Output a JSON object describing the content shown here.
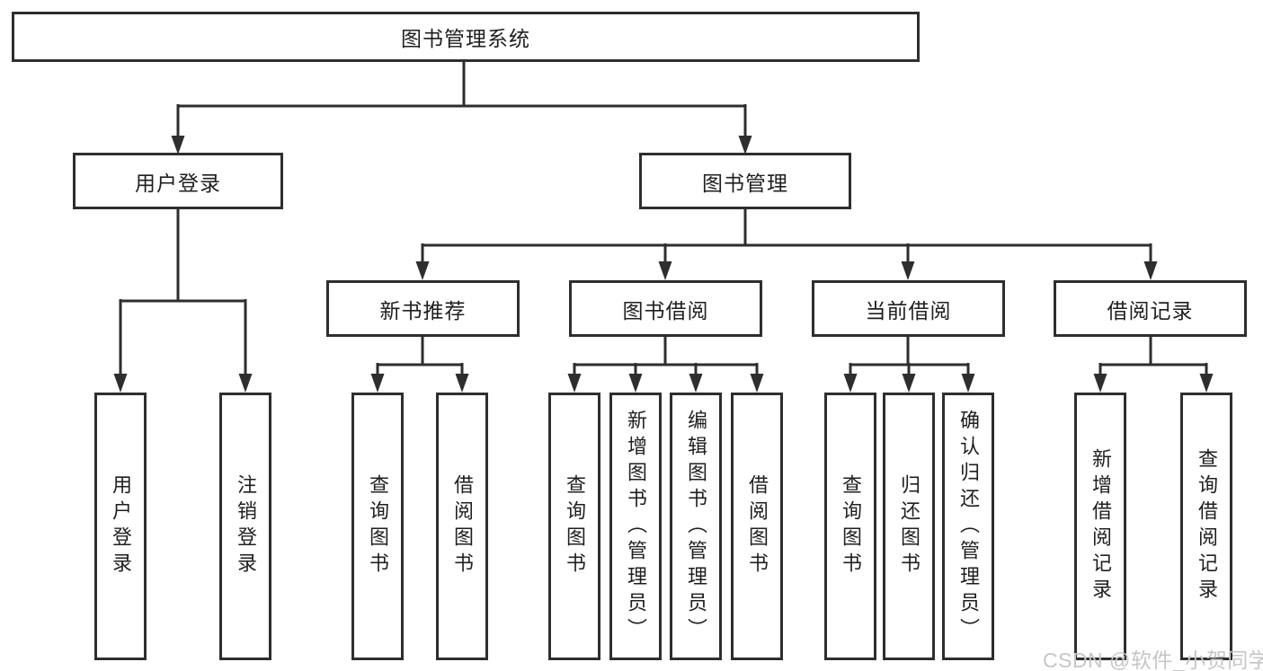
{
  "tree": {
    "root": {
      "label": "图书管理系统"
    },
    "branches": [
      {
        "label": "用户登录",
        "children": [
          {
            "label": "用户登录"
          },
          {
            "label": "注销登录"
          }
        ]
      },
      {
        "label": "图书管理",
        "children": [
          {
            "label": "新书推荐",
            "children": [
              {
                "label": "查询图书"
              },
              {
                "label": "借阅图书"
              }
            ]
          },
          {
            "label": "图书借阅",
            "children": [
              {
                "label": "查询图书"
              },
              {
                "label": "新增图书（管理员）"
              },
              {
                "label": "编辑图书（管理员）"
              },
              {
                "label": "借阅图书"
              }
            ]
          },
          {
            "label": "当前借阅",
            "children": [
              {
                "label": "查询图书"
              },
              {
                "label": "归还图书"
              },
              {
                "label": "确认归还（管理员）"
              }
            ]
          },
          {
            "label": "借阅记录",
            "children": [
              {
                "label": "新增借阅记录"
              },
              {
                "label": "查询借阅记录"
              }
            ]
          }
        ]
      }
    ]
  },
  "watermark": "CSDN @软件_小贺同学",
  "colors": {
    "line": "#2e2e2e",
    "box_background": "#ffffff",
    "text": "#1f1f1f",
    "watermark": "#c6c6c6"
  }
}
